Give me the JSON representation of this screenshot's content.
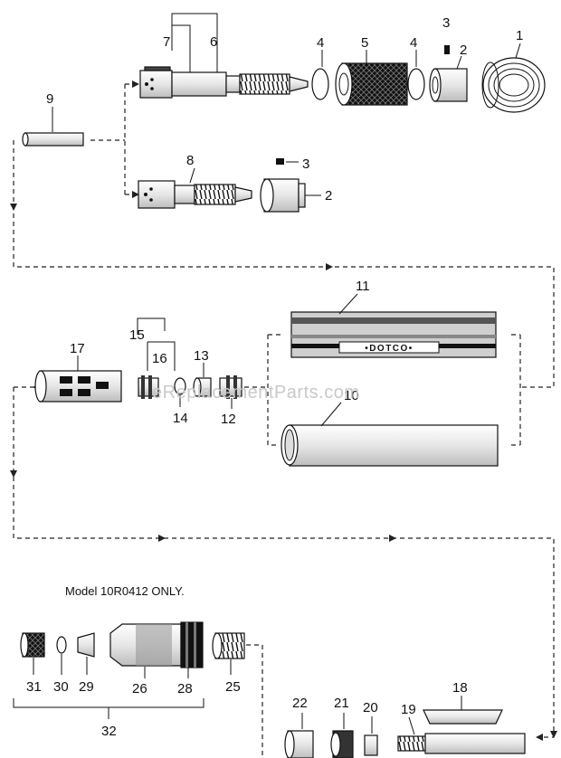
{
  "diagram": {
    "note": "Model 10R0412 ONLY.",
    "watermark": "eReplacementParts.com",
    "brand": "•DOTCO•",
    "labels": {
      "p1": "1",
      "p2a": "2",
      "p2b": "2",
      "p3a": "3",
      "p3b": "3",
      "p4a": "4",
      "p4b": "4",
      "p5": "5",
      "p6": "6",
      "p7": "7",
      "p8": "8",
      "p9": "9",
      "p10": "10",
      "p11": "11",
      "p12": "12",
      "p13": "13",
      "p14": "14",
      "p15": "15",
      "p16": "16",
      "p17": "17",
      "p18": "18",
      "p19": "19",
      "p20": "20",
      "p21": "21",
      "p22": "22",
      "p25": "25",
      "p26": "26",
      "p28": "28",
      "p29": "29",
      "p30": "30",
      "p31": "31",
      "p32": "32"
    }
  }
}
